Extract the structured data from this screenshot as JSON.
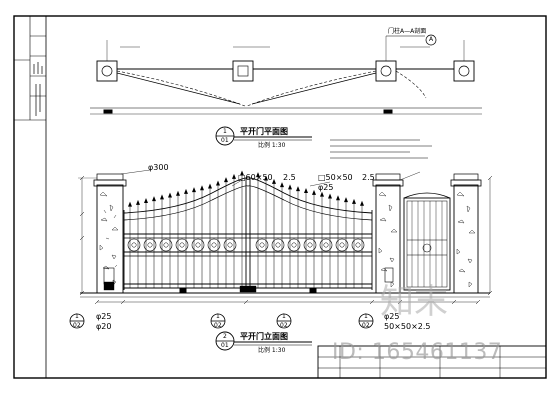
{
  "plan_view": {
    "title": "平开门平面图",
    "scale": "比例  1:30",
    "detail_number": "1",
    "detail_sheet": "01",
    "section_tag": "A",
    "section_label": "门柱A—A剖面"
  },
  "elevation_view": {
    "title": "平开门立面图",
    "scale": "比例  1:30",
    "detail_number": "2",
    "detail_sheet": "01",
    "dim_top_left": "φ300",
    "dim_mid_left": "□60×50",
    "dim_mid_left_gauge": "2.5",
    "dim_mid_right": "□50×50",
    "dim_mid_right_gauge": "2.5",
    "dim_mid_right_sub": "φ25",
    "dim_bottom_left_a": "φ25",
    "dim_bottom_left_b": "φ20",
    "dim_bottom_right_a": "φ25",
    "dim_bottom_right_b": "50×50×2.5"
  },
  "callouts": {
    "left_bottom": "1",
    "left_bottom_sheet": "02",
    "mid_bottom_a": "1",
    "mid_bottom_a_sheet": "02",
    "mid_bottom_b": "1",
    "mid_bottom_b_sheet": "02",
    "right_bottom": "1",
    "right_bottom_sheet": "02"
  },
  "watermark": {
    "logo_text": "知末",
    "id_text": "ID: 165461137"
  }
}
